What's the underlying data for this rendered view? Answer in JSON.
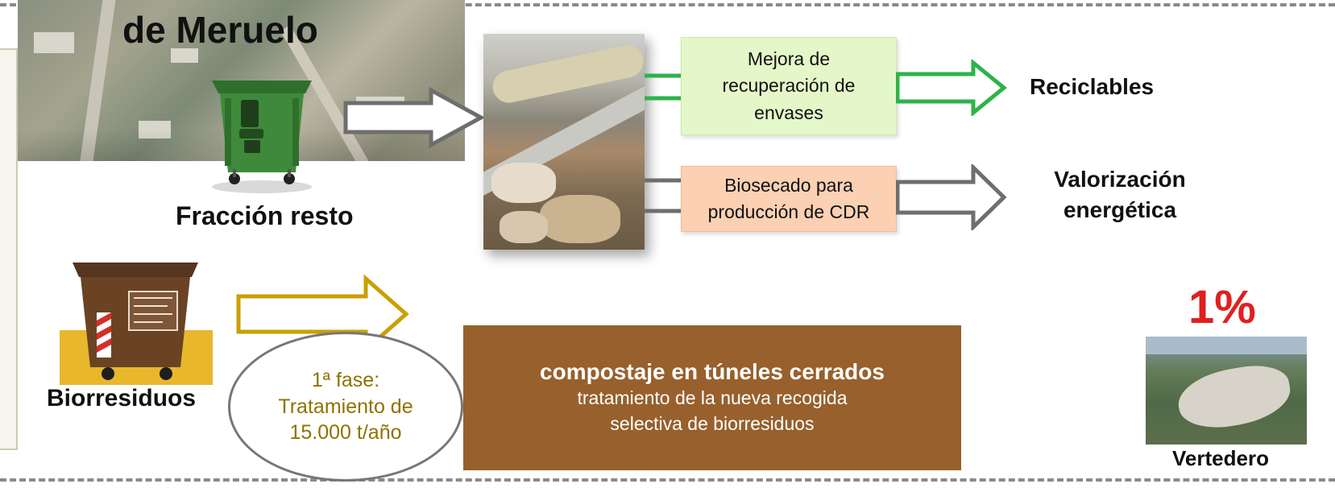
{
  "header": {
    "title": "de Meruelo"
  },
  "labels": {
    "fraccion_resto": "Fracción resto",
    "biorresiduos": "Biorresiduos",
    "vertedero": "Vertedero",
    "percent": "1%"
  },
  "process_boxes": {
    "green": [
      "Mejora de",
      "recuperación de",
      "envases"
    ],
    "orange": [
      "Biosecado para",
      "producción de CDR"
    ]
  },
  "outputs": {
    "reciclables": "Reciclables",
    "valorizacion": [
      "Valorización",
      "energética"
    ]
  },
  "ellipse": [
    "1ª fase:",
    "Tratamiento de",
    "15.000 t/año"
  ],
  "compost": {
    "title": "compostaje en túneles cerrados",
    "desc": [
      "tratamiento de la nueva recogida",
      "selectiva de biorresiduos"
    ]
  },
  "colors": {
    "green_arrow": "#2db34a",
    "gray_arrow": "#6e6e6e",
    "gold_arrow": "#c9a000",
    "compost_bg": "#97602c",
    "percent": "#e02020",
    "bin_green": "#3f8a3a",
    "bin_brown": "#6a4325"
  },
  "icons": {
    "green_bin": "wheelie-bin-icon",
    "brown_bin": "wheelie-bin-icon",
    "arrows": "hollow-arrow-icon"
  }
}
